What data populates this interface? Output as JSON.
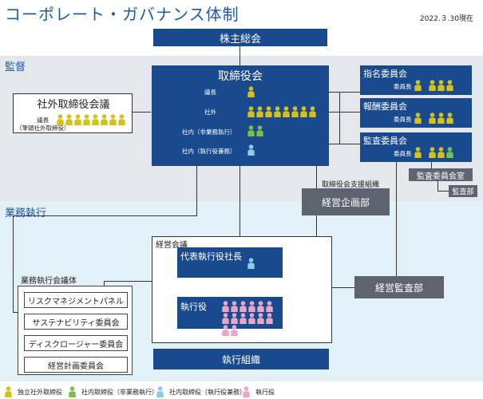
{
  "title": "コーポレート・ガバナンス体制",
  "date": "2022.３.30現在",
  "zones": {
    "kansa": "監督",
    "gyomu": "業務執行"
  },
  "shareholders": "株主総会",
  "board": {
    "name": "取締役会",
    "rows": [
      {
        "label": "議長",
        "type": "independent",
        "count": 1
      },
      {
        "label": "社外",
        "type": "independent",
        "count": 8
      },
      {
        "label": "社内（非業務執行）",
        "type": "nonexec",
        "count": 2
      },
      {
        "label": "社内（執行役兼務）",
        "type": "exec",
        "count": 1
      }
    ]
  },
  "external_meeting": {
    "name": "社外取締役会議",
    "chair_label": "議長\n（筆頭社外取締役）",
    "members": 8
  },
  "committees": [
    {
      "name": "指名委員会",
      "chair": "委員長",
      "chair_type": "independent",
      "members": 3
    },
    {
      "name": "報酬委員会",
      "chair": "委員長",
      "chair_type": "independent",
      "members": 3
    },
    {
      "name": "監査委員会",
      "chair": "委員長",
      "chair_type": "independent",
      "members": 3,
      "extra_nonexec": 1
    }
  ],
  "audit_office": "監査委員会室",
  "audit_dept": "監査部",
  "support_label": "取締役会支援組織",
  "planning_dept": "経営企画部",
  "exec_meeting": {
    "name": "経営会議",
    "ceo": "代表執行役社長",
    "officers": "執行役",
    "officer_count": 14
  },
  "internal_audit": "経営監査部",
  "exec_org": "執行組織",
  "exec_committees_label": "業務執行会議体",
  "exec_committees": [
    "リスクマネジメントパネル",
    "サステナビリティ委員会",
    "ディスクロージャー委員会",
    "経営計画委員会"
  ],
  "legend": [
    {
      "label": "独立社外取締役",
      "type": "independent"
    },
    {
      "label": "社内取締役（非業務執行）",
      "type": "nonexec"
    },
    {
      "label": "社内取締役（執行役兼務）",
      "type": "exec"
    },
    {
      "label": "執行役",
      "type": "officer"
    }
  ],
  "colors": {
    "independent": "#d4c21a",
    "nonexec": "#7bbf4a",
    "exec": "#8ccbea",
    "officer": "#e8a6c8"
  }
}
